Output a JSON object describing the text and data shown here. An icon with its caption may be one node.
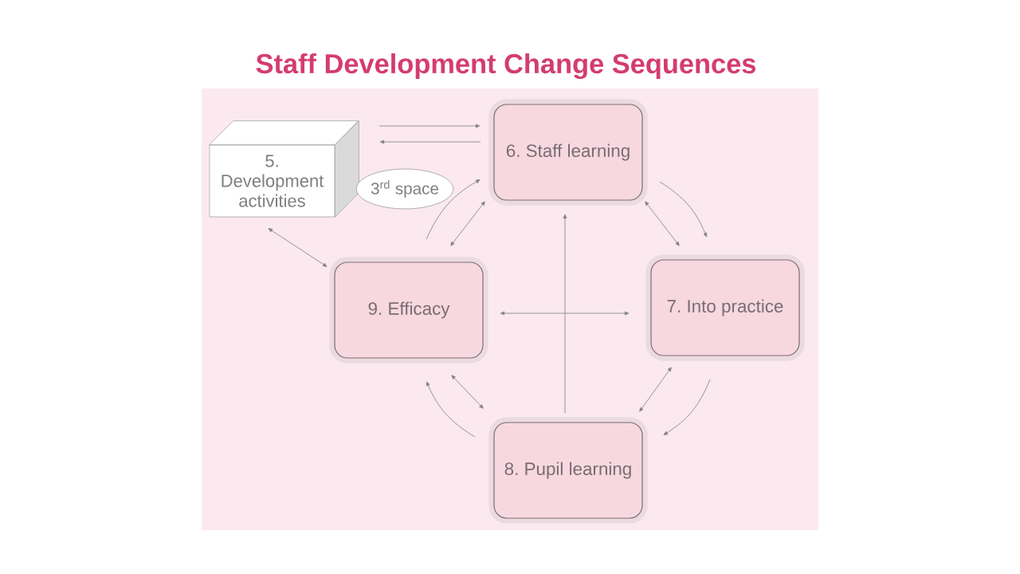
{
  "diagram": {
    "title": "Staff Development Change Sequences",
    "nodes": [
      {
        "text": [
          "5. Development activities"
        ]
      },
      {
        "text": [
          "6. Staff learning"
        ]
      },
      {
        "text": [
          "3$^{rd}$ space"
        ]
      },
      {
        "text": [
          "9. Efficacy"
        ]
      },
      {
        "text": [
          "7. Into practice"
        ]
      },
      {
        "text": [
          "8. Pupil learning"
        ]
      }
    ],
    "edges": [
      {
        "from": 0,
        "to": 1,
        "arrow": "to"
      },
      {
        "from": 1,
        "to": 0,
        "arrow": "to"
      },
      {
        "from": 0,
        "to": 3,
        "arrow": "both"
      },
      {
        "from": 3,
        "to": 1,
        "arrow": "to"
      },
      {
        "from": 3,
        "to": 1,
        "arrow": "both"
      },
      {
        "from": 1,
        "to": 4,
        "arrow": "to"
      },
      {
        "from": 1,
        "to": 4,
        "arrow": "both"
      },
      {
        "from": 3,
        "to": 4,
        "arrow": "both"
      },
      {
        "from": 5,
        "to": 1,
        "arrow": "to"
      },
      {
        "from": 4,
        "to": 5,
        "arrow": "to"
      },
      {
        "from": 4,
        "to": 5,
        "arrow": "both"
      },
      {
        "from": 5,
        "to": 3,
        "arrow": "to"
      },
      {
        "from": 3,
        "to": 5,
        "arrow": "both"
      }
    ]
  }
}
